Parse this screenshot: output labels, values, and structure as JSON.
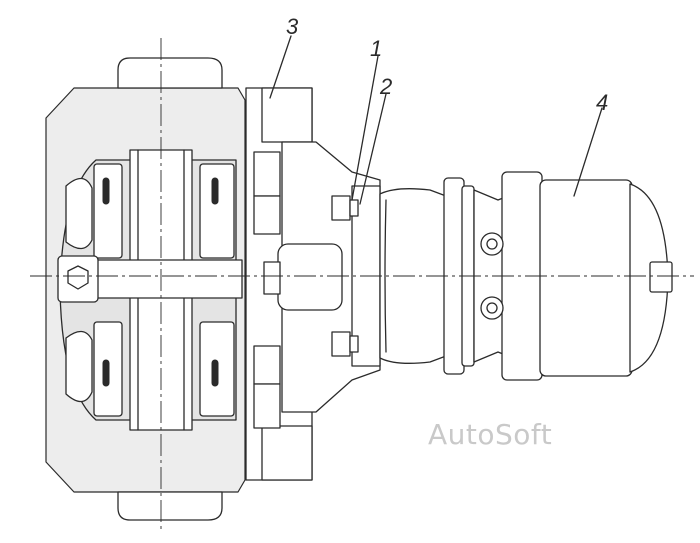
{
  "callouts": {
    "c1": "1",
    "c2": "2",
    "c3": "3",
    "c4": "4"
  },
  "watermark": "AutoSoft"
}
